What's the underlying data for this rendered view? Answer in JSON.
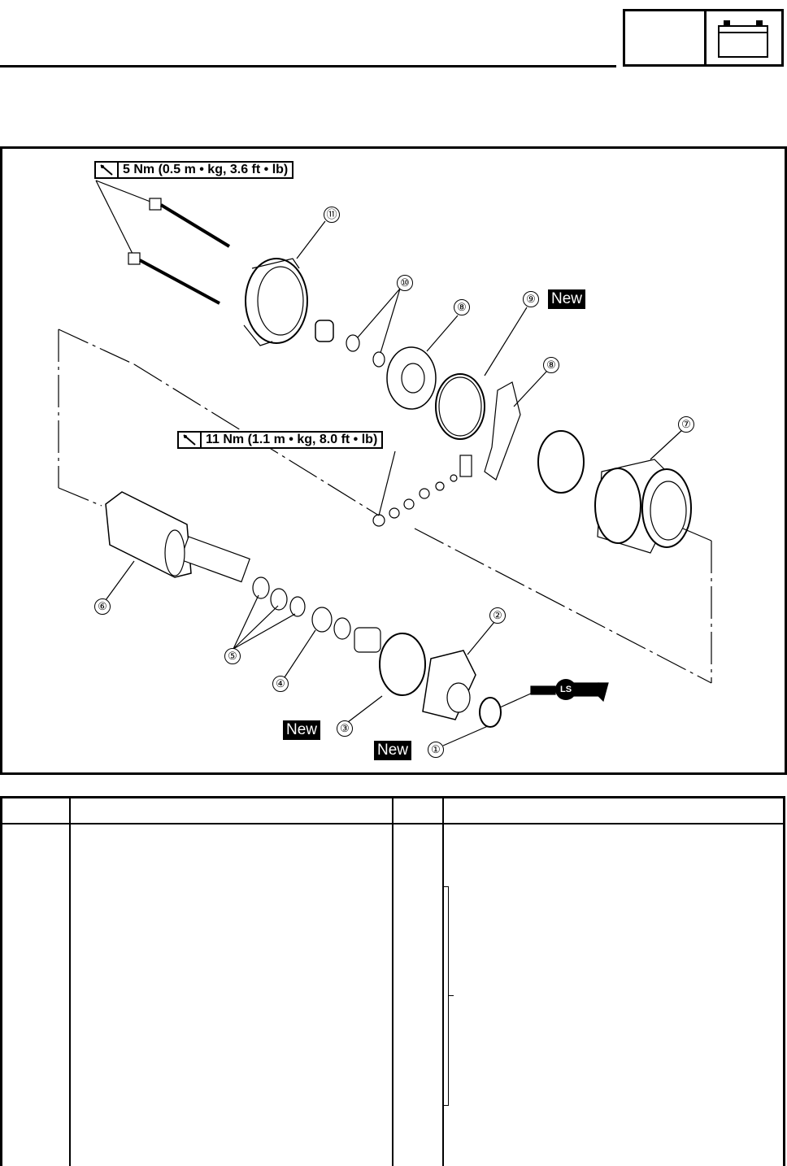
{
  "torque_specs": [
    {
      "text": "5 Nm (0.5 m • kg, 3.6 ft • lb)",
      "icon": "torque-wrench-icon"
    },
    {
      "text": "11 Nm (1.1 m • kg, 8.0 ft • lb)",
      "icon": "torque-wrench-icon"
    }
  ],
  "new_label": "New",
  "callouts": [
    "①",
    "②",
    "③",
    "④",
    "⑤",
    "⑥",
    "⑦",
    "⑧",
    "⑧",
    "⑨",
    "⑩",
    "⑪"
  ],
  "lubricant_label": "LS",
  "header_icon": "battery-icon",
  "table": {
    "columns": [
      "",
      "",
      "",
      ""
    ],
    "rows": []
  }
}
